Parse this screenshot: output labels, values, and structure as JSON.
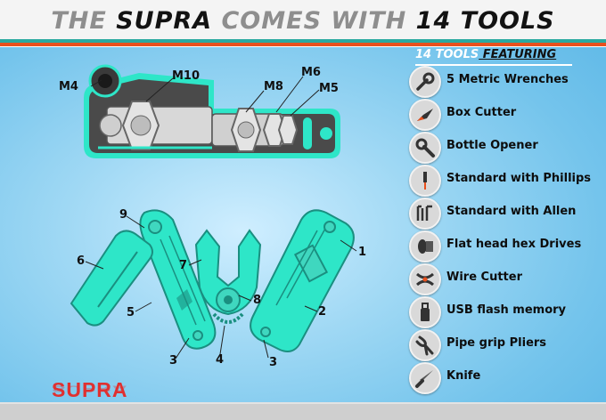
{
  "header": {
    "title_part1": "THE ",
    "title_part2": "SUPRA",
    "title_part3": " COMES WITH ",
    "title_part4": "14 TOOLS"
  },
  "featuring": {
    "count_label": "14 TOOLS",
    "word": " FEATURING"
  },
  "tools": [
    {
      "label": "5 Metric Wrenches",
      "icon": "wrench-icon"
    },
    {
      "label": "Box Cutter",
      "icon": "box-cutter-icon"
    },
    {
      "label": "Bottle Opener",
      "icon": "bottle-opener-icon"
    },
    {
      "label": "Standard with Phillips",
      "icon": "screwdriver-icon"
    },
    {
      "label": "Standard with Allen",
      "icon": "allen-key-icon"
    },
    {
      "label": "Flat head hex Drives",
      "icon": "hex-drive-icon"
    },
    {
      "label": "Wire Cutter",
      "icon": "wire-cutter-icon"
    },
    {
      "label": "USB flash memory",
      "icon": "usb-icon"
    },
    {
      "label": "Pipe grip Pliers",
      "icon": "pliers-icon"
    },
    {
      "label": "Knife",
      "icon": "knife-icon"
    }
  ],
  "wrench_labels": {
    "m4": "M4",
    "m10": "M10",
    "m8": "M8",
    "m6": "M6",
    "m5": "M5"
  },
  "callouts": {
    "c1": "1",
    "c2": "2",
    "c3a": "3",
    "c3b": "3",
    "c4": "4",
    "c5": "5",
    "c6": "6",
    "c7": "7",
    "c8": "8",
    "c9": "9"
  },
  "brand": {
    "logo": "SUPRA"
  },
  "colors": {
    "tool_teal": "#2ee6c8",
    "accent_orange": "#e8501d",
    "logo_red": "#e03030"
  }
}
